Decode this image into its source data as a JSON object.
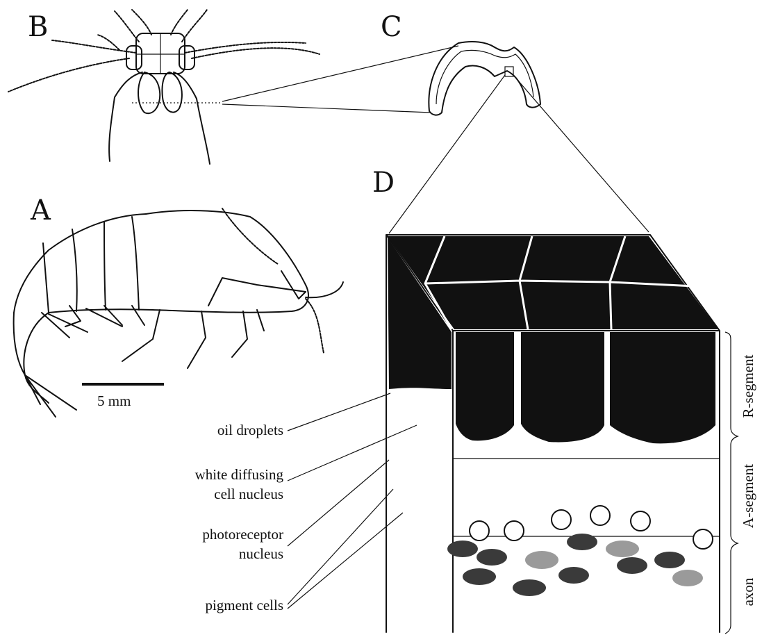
{
  "panels": {
    "a": "A",
    "b": "B",
    "c": "C",
    "d": "D"
  },
  "scale_bar": "5 mm",
  "callouts": {
    "oil_droplets": "oil droplets",
    "white_diffusing_1": "white diffusing",
    "white_diffusing_2": "cell nucleus",
    "photoreceptor_1": "photoreceptor",
    "photoreceptor_2": "nucleus",
    "pigment_cells": "pigment cells"
  },
  "segments": {
    "r": "R-segment",
    "a": "A-segment",
    "axon": "axon"
  },
  "colors": {
    "ink": "#111111",
    "paper": "#ffffff",
    "pigment_dark": "#3a3a3a",
    "pigment_light": "#9a9a9a"
  }
}
